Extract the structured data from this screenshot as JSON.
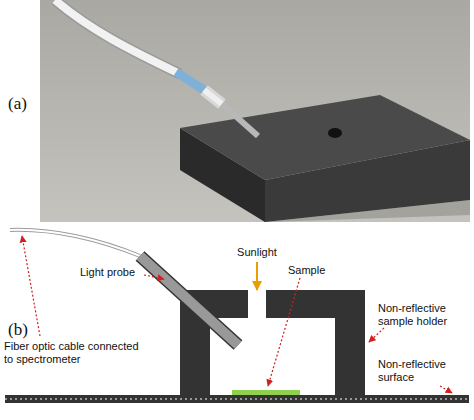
{
  "diagram": {
    "labels": [
      "(a)",
      "(b)",
      "Fiber optic cable connected to spectrometer",
      "Light probe",
      "Sunlight",
      "Sample",
      "Non-reflective sample holder",
      "Non-reflective surface"
    ]
  }
}
